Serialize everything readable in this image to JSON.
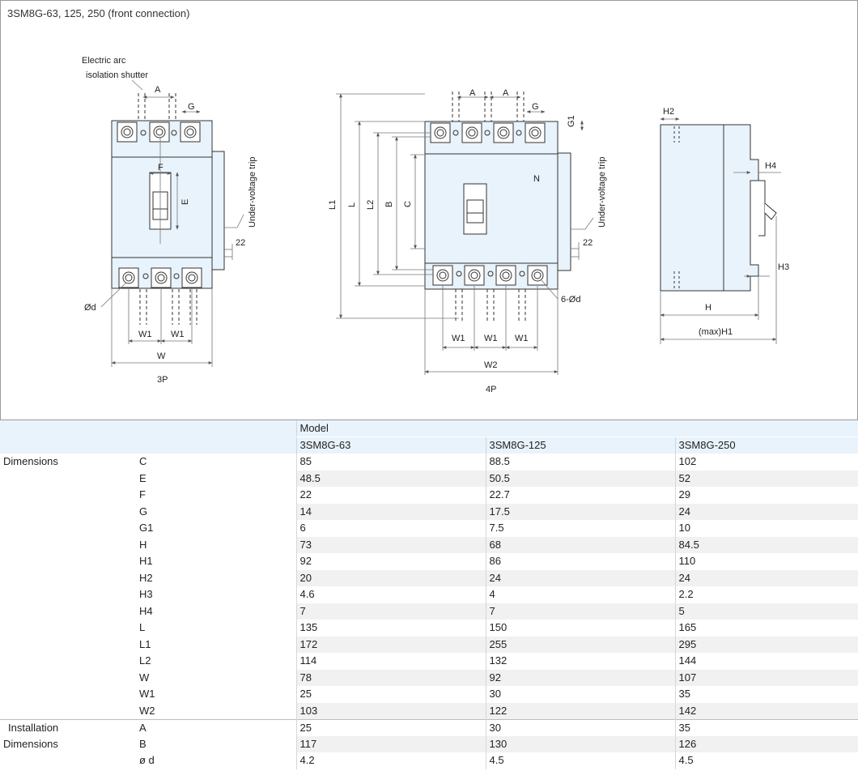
{
  "drawing": {
    "title": "3SM8G-63, 125, 250 (front connection)",
    "labels": {
      "arc_shutter_1": "Electric arc",
      "arc_shutter_2": "isolation shutter",
      "under_voltage": "Under-voltage trip",
      "a": "A",
      "g": "G",
      "g1": "G1",
      "f": "F",
      "e": "E",
      "d": "Ød",
      "six_d": "6-Ød",
      "w1": "W1",
      "w": "W",
      "w2": "W2",
      "n": "N",
      "l1": "L1",
      "l": "L",
      "l2": "L2",
      "b": "B",
      "c": "C",
      "h": "H",
      "h1": "(max)H1",
      "h2": "H2",
      "h3": "H3",
      "h4": "H4",
      "dim_22": "22",
      "view_3p": "3P",
      "view_4p": "4P"
    }
  },
  "table": {
    "model_header": "Model",
    "models": [
      "3SM8G-63",
      "3SM8G-125",
      "3SM8G-250"
    ],
    "groups": [
      {
        "label_lines": [
          "Dimensions"
        ],
        "rows": [
          {
            "param": "C",
            "values": [
              "85",
              "88.5",
              "102"
            ]
          },
          {
            "param": "E",
            "values": [
              "48.5",
              "50.5",
              "52"
            ]
          },
          {
            "param": "F",
            "values": [
              "22",
              "22.7",
              "29"
            ]
          },
          {
            "param": "G",
            "values": [
              "14",
              "17.5",
              "24"
            ]
          },
          {
            "param": "G1",
            "values": [
              "6",
              "7.5",
              "10"
            ]
          },
          {
            "param": "H",
            "values": [
              "73",
              "68",
              "84.5"
            ]
          },
          {
            "param": "H1",
            "values": [
              "92",
              "86",
              "110"
            ]
          },
          {
            "param": "H2",
            "values": [
              "20",
              "24",
              "24"
            ]
          },
          {
            "param": "H3",
            "values": [
              "4.6",
              "4",
              "2.2"
            ]
          },
          {
            "param": "H4",
            "values": [
              "7",
              "7",
              "5"
            ]
          },
          {
            "param": "L",
            "values": [
              "135",
              "150",
              "165"
            ]
          },
          {
            "param": "L1",
            "values": [
              "172",
              "255",
              "295"
            ]
          },
          {
            "param": "L2",
            "values": [
              "114",
              "132",
              "144"
            ]
          },
          {
            "param": "W",
            "values": [
              "78",
              "92",
              "107"
            ]
          },
          {
            "param": "W1",
            "values": [
              "25",
              "30",
              "35"
            ]
          },
          {
            "param": "W2",
            "values": [
              "103",
              "122",
              "142"
            ]
          }
        ]
      },
      {
        "label_lines": [
          "Installation",
          "Dimensions"
        ],
        "rows": [
          {
            "param": "A",
            "values": [
              "25",
              "30",
              "35"
            ]
          },
          {
            "param": "B",
            "values": [
              "117",
              "130",
              "126"
            ]
          },
          {
            "param": "ø d",
            "values": [
              "4.2",
              "4.5",
              "4.5"
            ]
          }
        ]
      }
    ]
  }
}
